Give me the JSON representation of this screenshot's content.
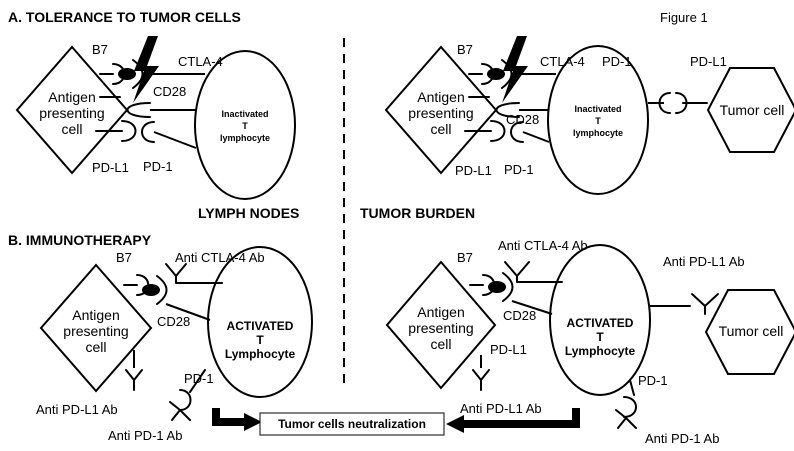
{
  "title": "",
  "figure_label": "Figure 1",
  "section_a": "A. TOLERANCE TO TUMOR CELLS",
  "section_b": "B. IMMUNOTHERAPY",
  "regions": {
    "left": "LYMPH NODES",
    "right": "TUMOR BURDEN"
  },
  "labels": {
    "b7": "B7",
    "ctla4": "CTLA-4",
    "cd28": "CD28",
    "pdl1": "PD-L1",
    "pd1": "PD-1",
    "apc_line1": "Antigen",
    "apc_line2": "presenting",
    "apc_line3": "cell",
    "inact_line1": "Inactivated",
    "inact_line2": "T",
    "inact_line3": "lymphocyte",
    "act_line1": "ACTIVATED",
    "act_line2": "T",
    "act_line3": "Lymphocyte",
    "tumor_cell": "Tumor cell",
    "anti_ctla4": "Anti CTLA-4 Ab",
    "anti_pdl1": "Anti PD-L1 Ab",
    "anti_pd1": "Anti PD-1 Ab",
    "pd1_dash": "PD-1"
  },
  "outcome": "Tumor cells neutralization"
}
